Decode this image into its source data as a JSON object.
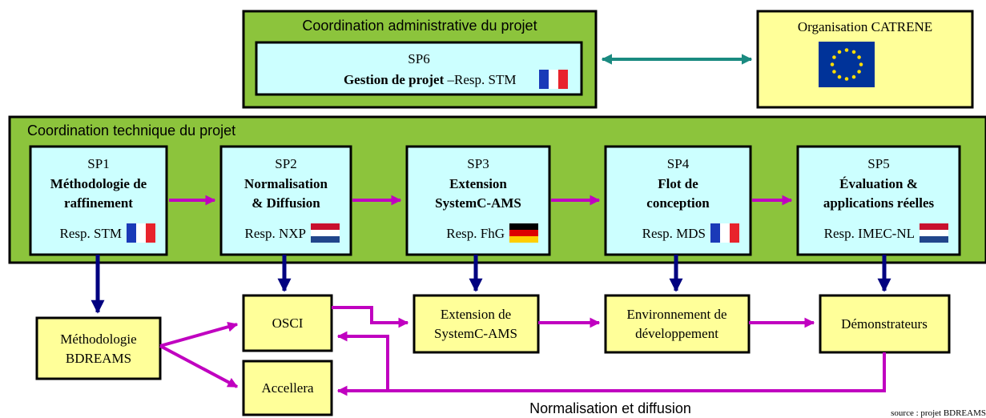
{
  "colors": {
    "coord_green": "#8cc43c",
    "box_cyan": "#ccffff",
    "box_yellow": "#ffff99",
    "arrow_magenta": "#c000c0",
    "arrow_navy": "#000080",
    "arrow_teal": "#1a8a80"
  },
  "admin": {
    "title": "Coordination administrative du projet",
    "sp6": {
      "code": "SP6",
      "name": "Gestion de projet",
      "sep": " – ",
      "resp": "Resp. STM",
      "flag": "france-flag-icon"
    }
  },
  "catrene": {
    "title": "Organisation CATRENE",
    "flag": "eu-flag-icon"
  },
  "technical": {
    "title": "Coordination technique du projet",
    "subprojects": [
      {
        "code": "SP1",
        "name1": "Méthodologie de",
        "name2": "raffinement",
        "resp": "Resp. STM",
        "flag": "france-flag-icon"
      },
      {
        "code": "SP2",
        "name1": "Normalisation",
        "name2": "& Diffusion",
        "resp": "Resp. NXP",
        "flag": "netherlands-flag-icon"
      },
      {
        "code": "SP3",
        "name1": "Extension",
        "name2": "SystemC-AMS",
        "resp": "Resp. FhG",
        "flag": "germany-flag-icon"
      },
      {
        "code": "SP4",
        "name1": "Flot de",
        "name2": "conception",
        "resp": "Resp. MDS",
        "flag": "france-flag-icon"
      },
      {
        "code": "SP5",
        "name1": "Évaluation &",
        "name2": "applications réelles",
        "resp": "Resp. IMEC-NL",
        "flag": "netherlands-flag-icon"
      }
    ]
  },
  "outputs": {
    "methodologie": {
      "line1": "Méthodologie",
      "line2": "BDREAMS"
    },
    "osci": {
      "line1": "OSCI"
    },
    "accellera": {
      "line1": "Accellera"
    },
    "extension": {
      "line1": "Extension de",
      "line2": "SystemC-AMS"
    },
    "environnement": {
      "line1": "Environnement de",
      "line2": "développement"
    },
    "demonstrateurs": {
      "line1": "Démonstrateurs"
    }
  },
  "normalisation_label": "Normalisation et diffusion",
  "source": "source : projet BDREAMS"
}
